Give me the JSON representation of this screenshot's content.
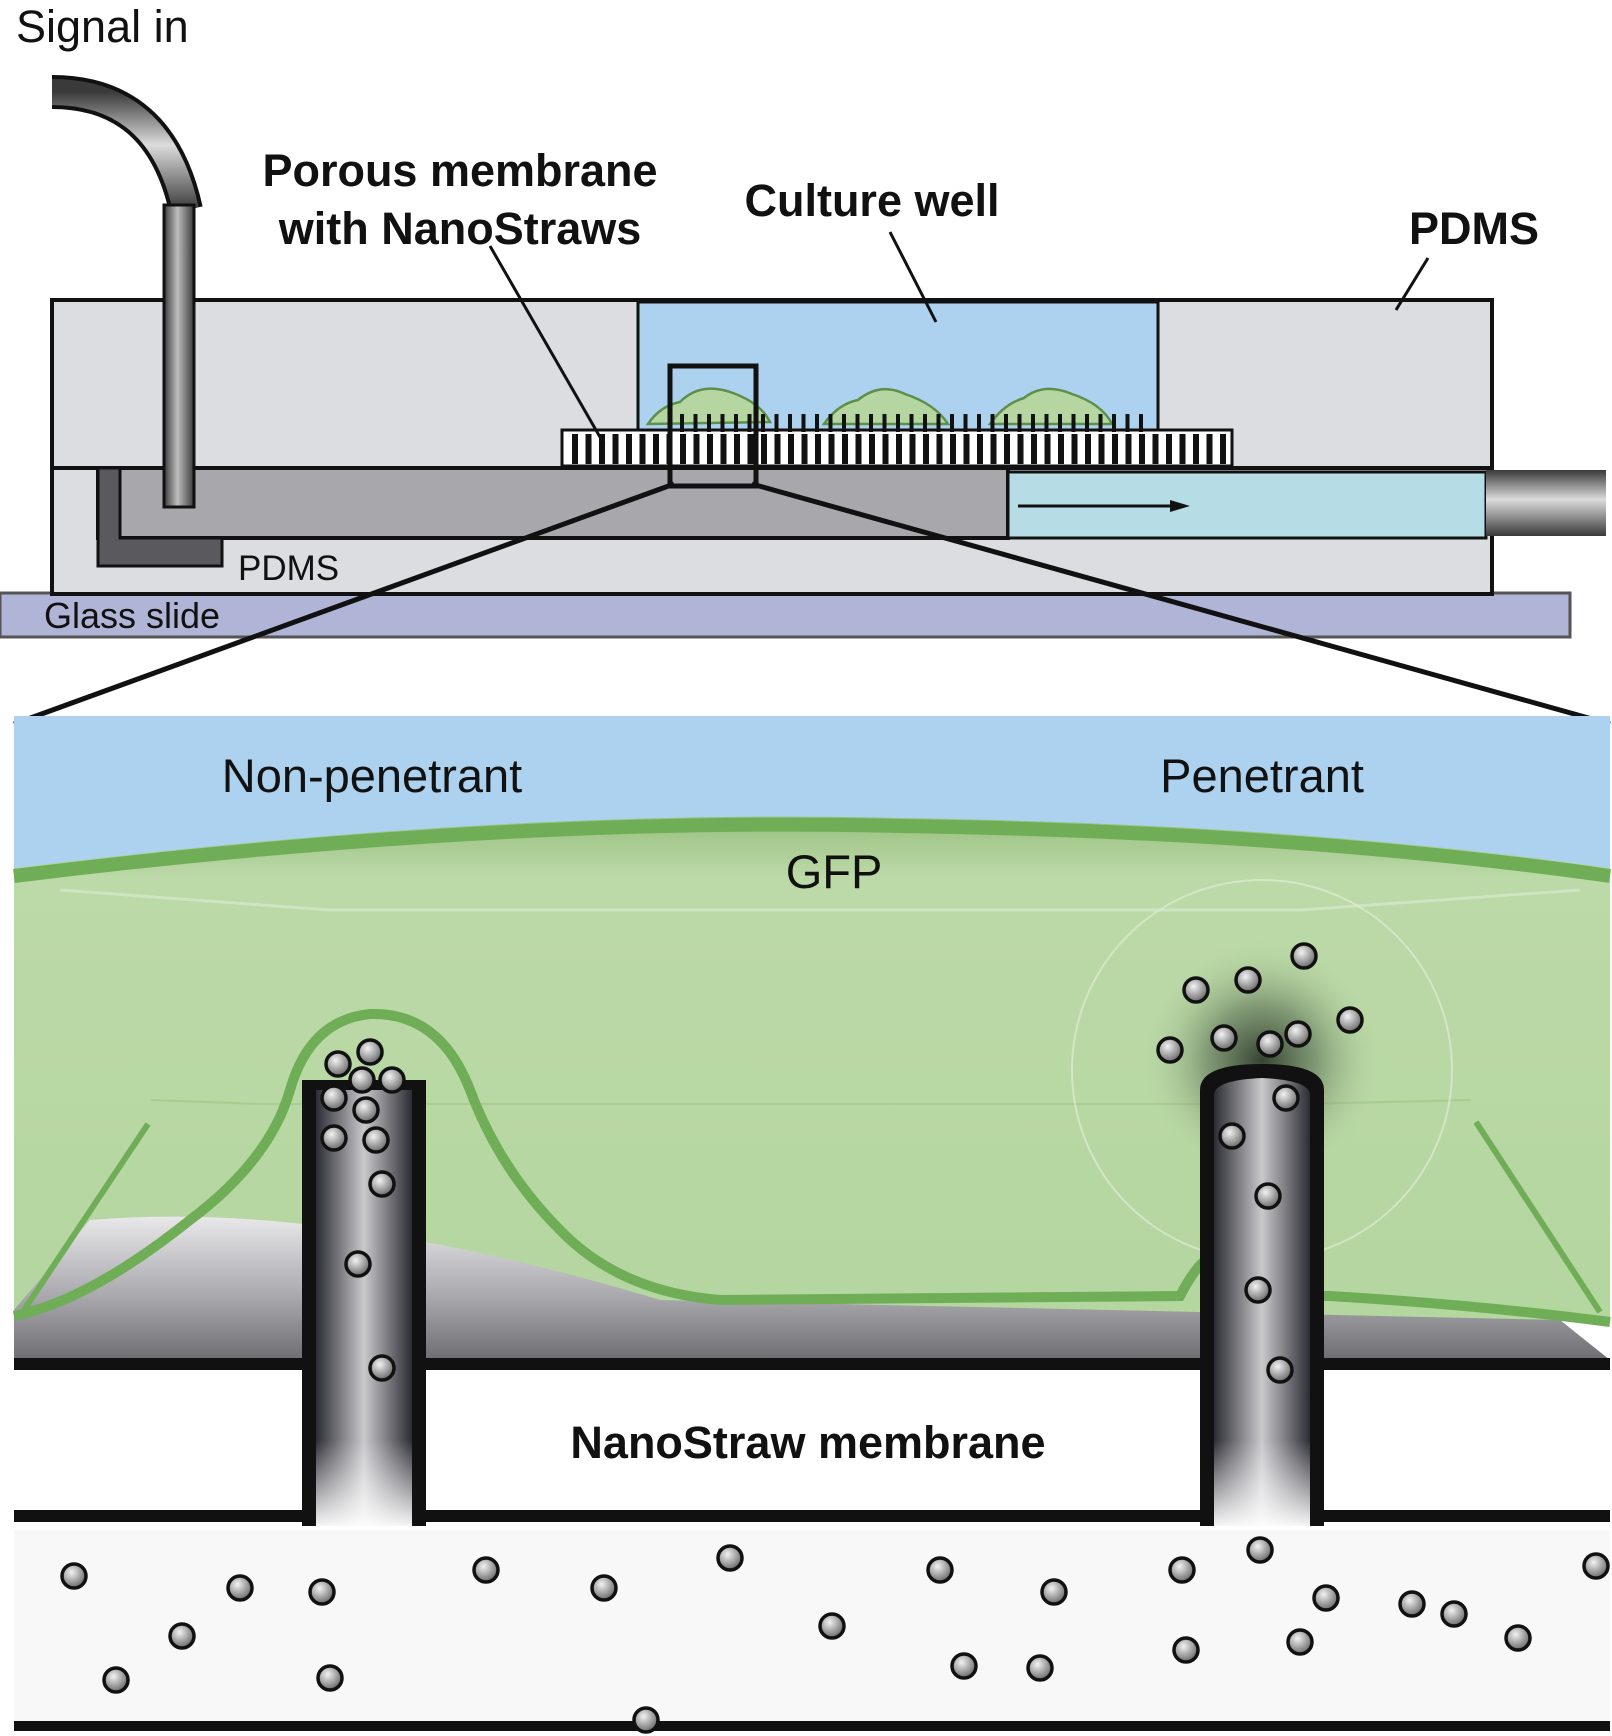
{
  "labels": {
    "signal_in": "Signal in",
    "porous_membrane_line1": "Porous membrane",
    "porous_membrane_line2": "with NanoStraws",
    "culture_well": "Culture well",
    "pdms_top": "PDMS",
    "pdms_bottom": "PDMS",
    "glass_slide": "Glass slide",
    "non_penetrant": "Non-penetrant",
    "penetrant": "Penetrant",
    "gfp": "GFP",
    "nanostraw_membrane": "NanoStraw membrane"
  },
  "colors": {
    "pdms": "#dcdde0",
    "culture_medium": "#acd2f0",
    "flow_channel_fluid": "#b6dde6",
    "glass_slide": "#b0b4d6",
    "cell_fill": "#b5d6a1",
    "cell_edge": "#6fae57",
    "outline": "#111111"
  },
  "icons": {
    "tube": "inlet-tube-icon",
    "flow_arrow": "flow-arrow-icon",
    "molecule": "molecule-particle-icon"
  }
}
